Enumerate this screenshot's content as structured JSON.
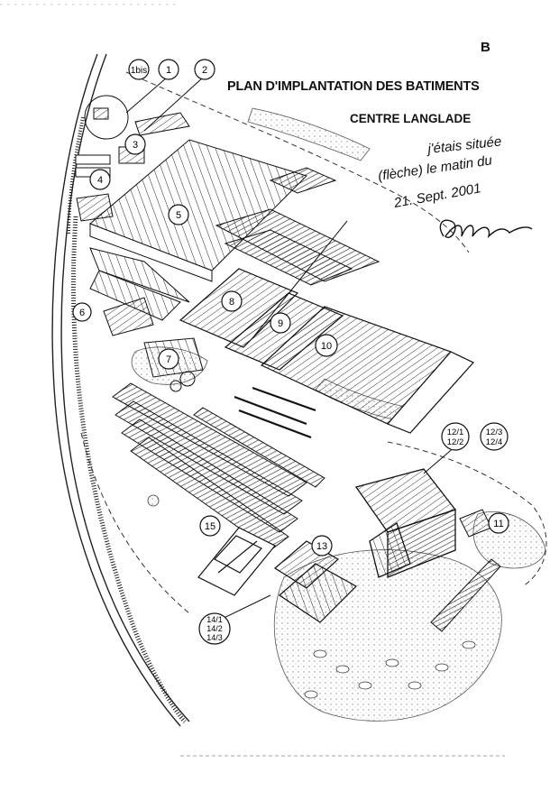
{
  "header": {
    "corner_letter": "B",
    "title": "PLAN D'IMPLANTATION DES BATIMENTS",
    "subtitle": "CENTRE LANGLADE"
  },
  "handwritten_note": {
    "line1": "j'étais située",
    "line2": "(flèche) le matin du",
    "line3": "21. Sept. 2001"
  },
  "signature": "signature",
  "building_labels": {
    "b1bis": "1bis",
    "b1": "1",
    "b2": "2",
    "b3": "3",
    "b4": "4",
    "b5": "5",
    "b6": "6",
    "b7": "7",
    "b8": "8",
    "b9": "9",
    "b10": "10",
    "b11": "11",
    "b12a_1": "12/1",
    "b12a_2": "12/2",
    "b12b_1": "12/3",
    "b12b_2": "12/4",
    "b13": "13",
    "b14_1": "14/1",
    "b14_2": "14/2",
    "b14_3": "14/3",
    "b15": "15"
  },
  "colors": {
    "ink": "#111111",
    "paper": "#ffffff",
    "stipple": "#9a9a9a"
  }
}
